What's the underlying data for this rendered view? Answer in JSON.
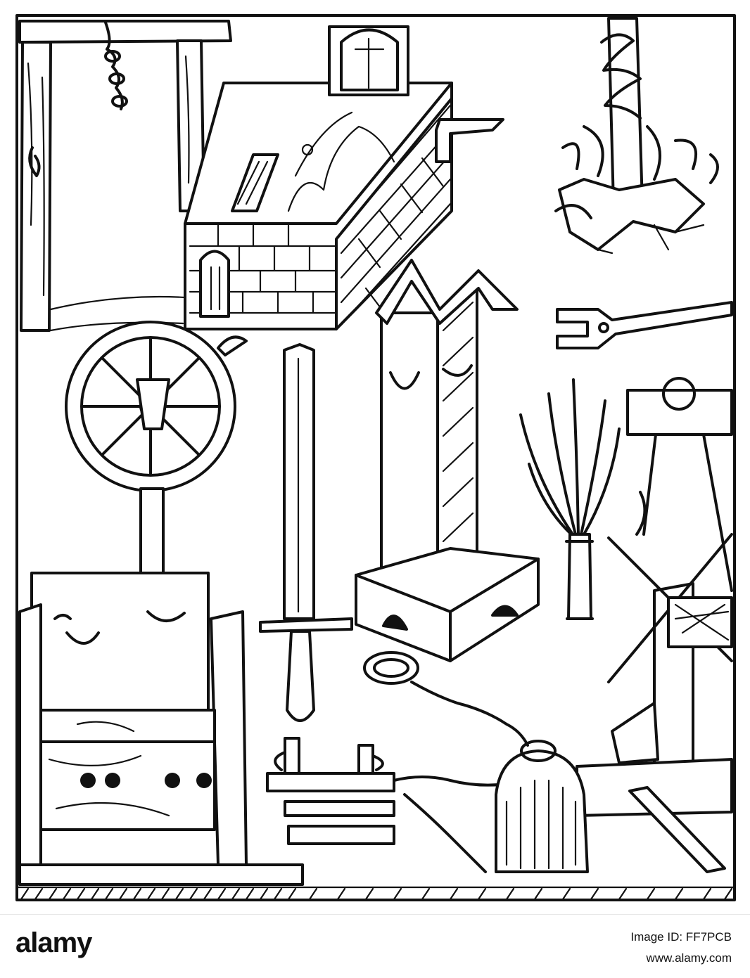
{
  "footer": {
    "logo": "alamy",
    "image_id": "Image ID: FF7PCB",
    "site_url": "www.alamy.com"
  },
  "artwork": {
    "objects": [
      "gallows",
      "tomb",
      "burning-stake",
      "wheel",
      "sword",
      "pillar",
      "tongs",
      "birch-rod",
      "rack",
      "stocks",
      "thumbscrew",
      "ball-and-chain"
    ]
  },
  "colors": {
    "ink": "#111111",
    "paper": "#ffffff"
  }
}
